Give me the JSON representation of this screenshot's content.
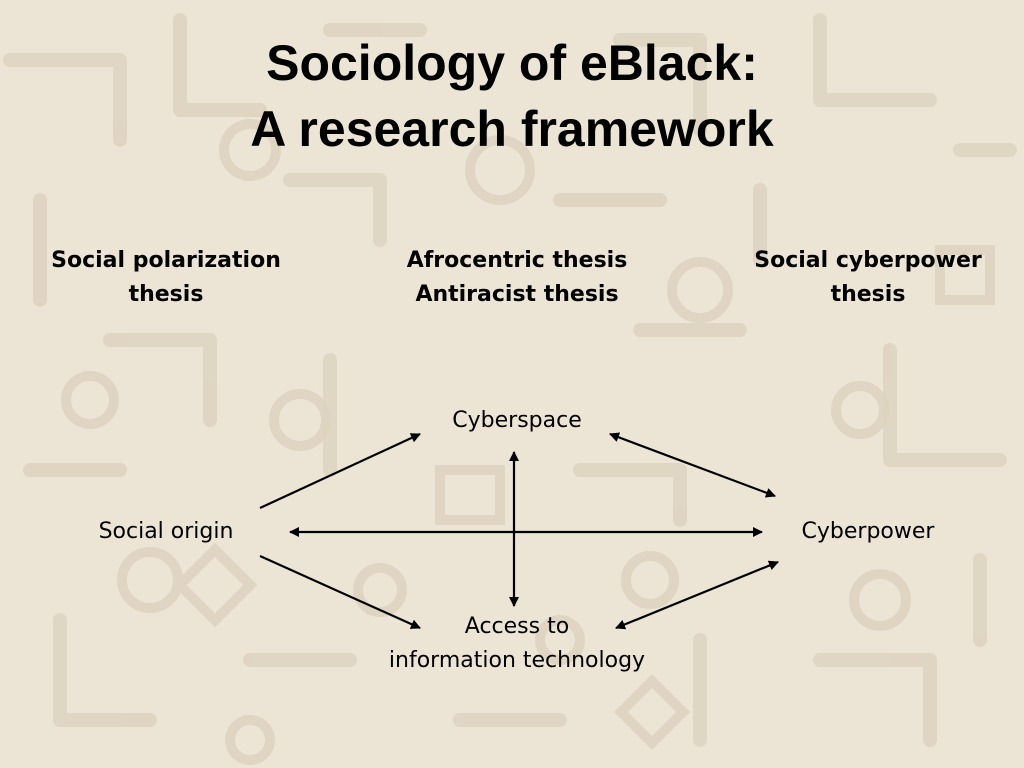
{
  "slide": {
    "title_line1": "Sociology of eBlack:",
    "title_line2": "A research framework"
  },
  "theses": {
    "left_line1": "Social polarization",
    "left_line2": "thesis",
    "center_line1": "Afrocentric thesis",
    "center_line2": "Antiracist thesis",
    "right_line1": "Social cyberpower",
    "right_line2": "thesis"
  },
  "diagram": {
    "cyberspace": "Cyberspace",
    "social_origin": "Social origin",
    "cyberpower": "Cyberpower",
    "access_line1": "Access to",
    "access_line2": "information technology"
  },
  "colors": {
    "background": "#ece5d6",
    "pattern": "#ddd4c1",
    "text": "#000000"
  }
}
